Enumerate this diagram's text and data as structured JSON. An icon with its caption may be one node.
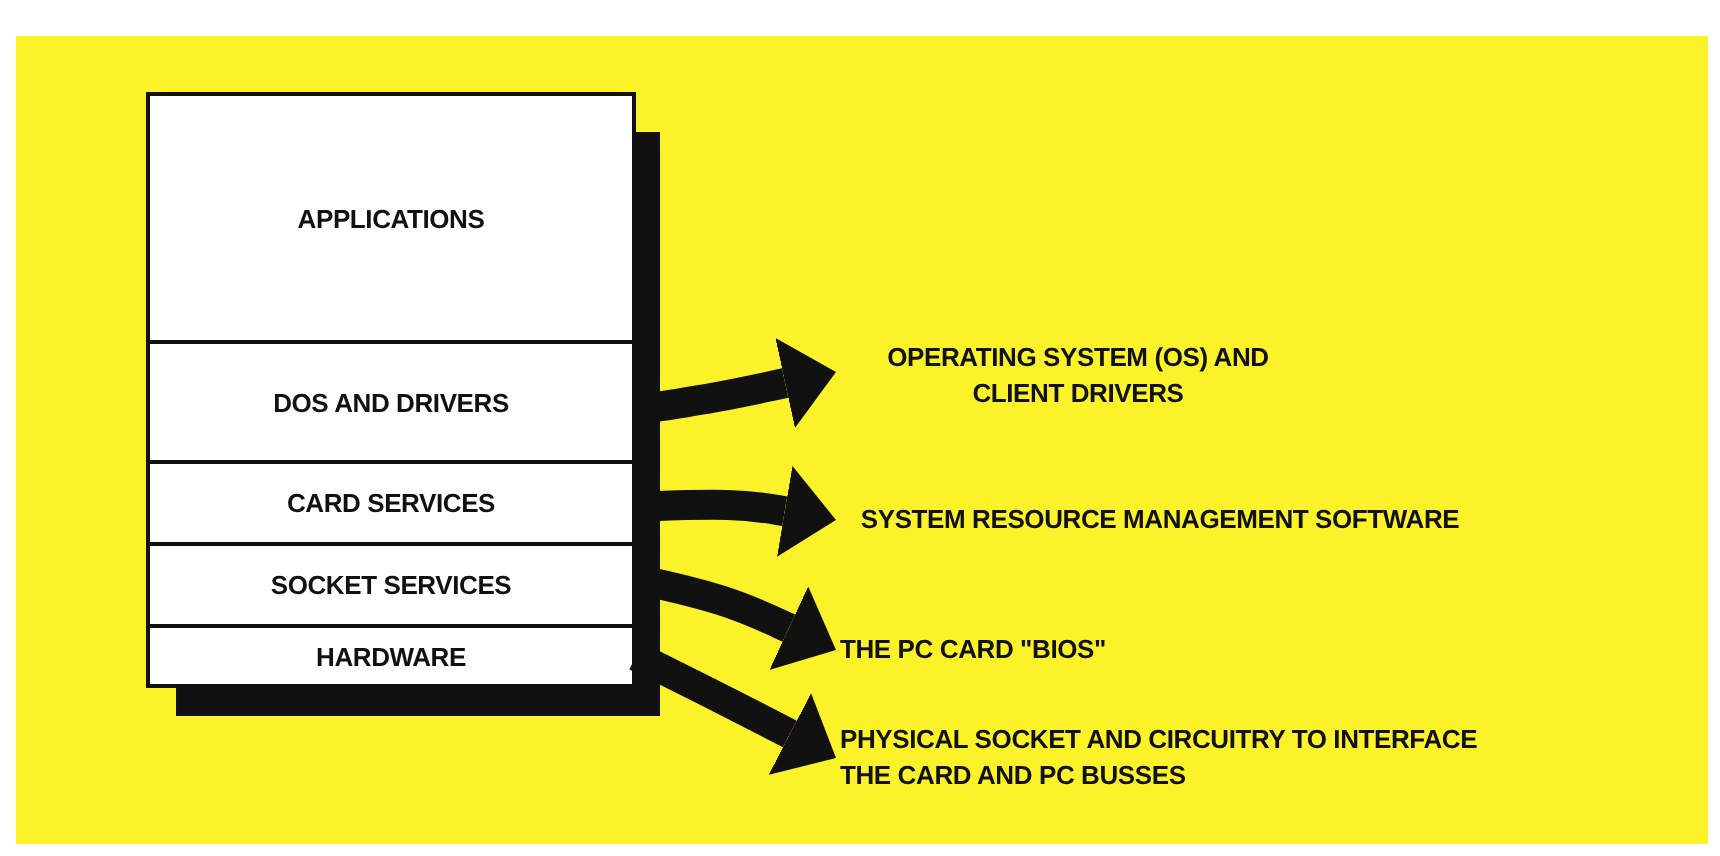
{
  "diagram": {
    "nodes": [
      {
        "text": [
          "APPLICATIONS"
        ]
      },
      {
        "text": [
          "DOS AND DRIVERS"
        ]
      },
      {
        "text": [
          "CARD SERVICES"
        ]
      },
      {
        "text": [
          "SOCKET SERVICES"
        ]
      },
      {
        "text": [
          "HARDWARE"
        ]
      },
      {
        "text": [
          "OPERATING SYSTEM (OS) AND CLIENT DRIVERS"
        ]
      },
      {
        "text": [
          "SYSTEM RESOURCE MANAGEMENT SOFTWARE"
        ]
      },
      {
        "text": [
          "THE PC CARD \"BIOS\""
        ]
      },
      {
        "text": [
          "PHYSICAL SOCKET AND CIRCUITRY TO INTERFACE THE CARD AND PC BUSSES"
        ]
      }
    ],
    "edges": [
      {
        "from": 1,
        "to": 5,
        "arrow": "to"
      },
      {
        "from": 2,
        "to": 6,
        "arrow": "to"
      },
      {
        "from": 3,
        "to": 7,
        "arrow": "to"
      },
      {
        "from": 4,
        "to": 8,
        "arrow": "to"
      }
    ]
  }
}
